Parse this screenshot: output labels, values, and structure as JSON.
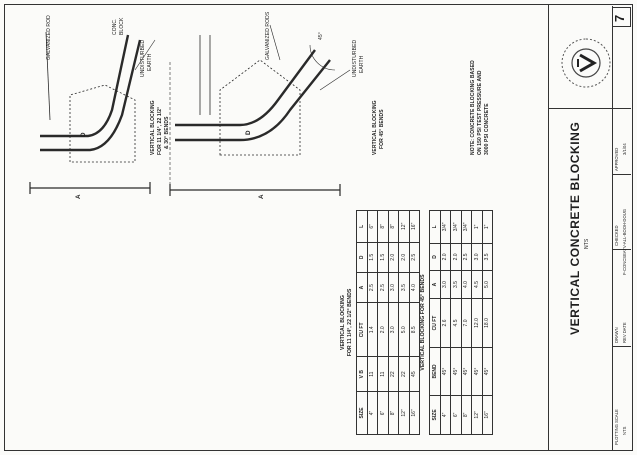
{
  "title_block": {
    "title": "VERTICAL CONCRETE BLOCKING",
    "subtitle": "NTS",
    "sheet_number": "7",
    "drawing_name": "F-CONCSEATV-ALL-BOOH-DOUG",
    "rev_date": "3/1/04",
    "labels": {
      "plotting_scale": "PLOTTING SCALE",
      "nts": "NTS",
      "drawn": "DRAWN",
      "rev_date_label": "REV DATE",
      "checked": "CHECKED",
      "approved": "APPROVED"
    }
  },
  "note": {
    "line1": "NOTE: CONCRETE BLOCKING BASED",
    "line2": "ON 150 PSI TEST PRESSURE AND",
    "line3": "3000 PSI CONCRETE"
  },
  "table_upper": {
    "heading1": "VERTICAL BLOCKING",
    "heading2": "FOR 11 1/4°, 22 1/2° BENDS",
    "columns": [
      "SIZE",
      "V B",
      "CU FT",
      "A",
      "D",
      "L"
    ],
    "rows": [
      [
        "4\"",
        "11",
        "1.4",
        "2.5",
        "1.5",
        "6\""
      ],
      [
        "6\"",
        "11",
        "2.0",
        "2.5",
        "1.5",
        "8\""
      ],
      [
        "8\"",
        "22",
        "3.0",
        "3.0",
        "2.0",
        "8\""
      ],
      [
        "12\"",
        "22",
        "5.0",
        "3.5",
        "2.0",
        "12\""
      ],
      [
        "16\"",
        "45",
        "8.5",
        "4.0",
        "2.5",
        "16\""
      ]
    ]
  },
  "table_lower": {
    "heading": "VERTICAL BLOCKING FOR 45° BENDS",
    "columns": [
      "SIZE",
      "BEND",
      "CU FT",
      "A",
      "D",
      "L"
    ],
    "rows": [
      [
        "4\"",
        "45°",
        "2.6",
        "3.0",
        "2.0",
        "3/4\""
      ],
      [
        "6\"",
        "45°",
        "4.5",
        "3.5",
        "2.0",
        "3/4\""
      ],
      [
        "8\"",
        "45°",
        "7.0",
        "4.0",
        "2.5",
        "3/4\""
      ],
      [
        "12\"",
        "45°",
        "12.0",
        "4.5",
        "3.0",
        "1\""
      ],
      [
        "16\"",
        "45°",
        "18.0",
        "5.0",
        "3.5",
        "1\""
      ]
    ]
  },
  "detail_left": {
    "caption1": "VERTICAL BLOCKING",
    "caption2": "FOR 45° BENDS",
    "label_a": "A",
    "label_d": "D",
    "label_galv": "GALVANIZED RODS",
    "label_earth1": "UNDISTURBED",
    "label_earth2": "EARTH",
    "label_angle": "45°"
  },
  "detail_right": {
    "caption1": "VERTICAL BLOCKING",
    "caption2": "FOR 11 1/4°, 22 1/2°",
    "caption3": "& 30° BENDS",
    "label_a": "A",
    "label_d": "D",
    "label_galv": "GALVANIZED ROD",
    "label_earth1": "UNDISTURBED",
    "label_earth2": "EARTH",
    "label_conc1": "CONC.",
    "label_conc2": "BLOCK"
  }
}
